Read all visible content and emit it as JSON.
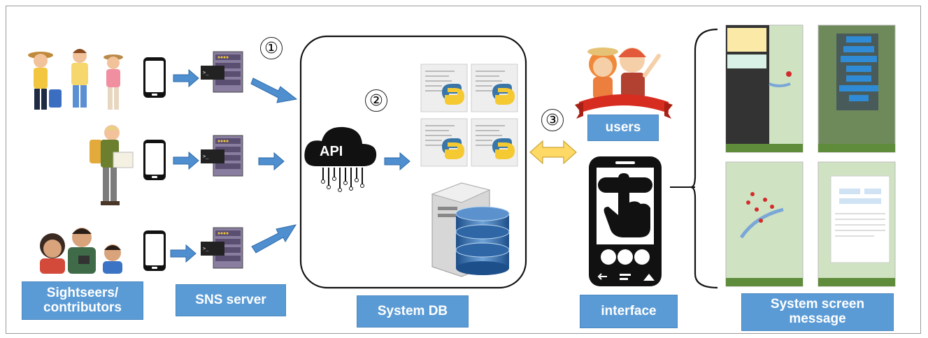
{
  "labels": {
    "sightseers": "Sightseers/ contributors",
    "sns_server": "SNS server",
    "system_db": "System DB",
    "users": "users",
    "interface": "interface",
    "system_screen": "System screen message",
    "api": "API"
  },
  "step_numbers": [
    "①",
    "②",
    "③"
  ],
  "colors": {
    "label_blue": "#5b9bd5",
    "arrow_blue": "#4f8fcf",
    "double_arrow": "#ffd966",
    "python_blue": "#3a75a8",
    "python_yellow": "#f5c932",
    "ribbon_red": "#d62d20"
  },
  "icons": [
    "tourist-group-icon",
    "hiker-with-map-icon",
    "family-icon",
    "smartphone-icon",
    "server-icon",
    "api-cloud-icon",
    "python-file-icon",
    "database-server-icon",
    "happy-travelers-icon",
    "touch-phone-icon",
    "map-screenshot-icon"
  ]
}
